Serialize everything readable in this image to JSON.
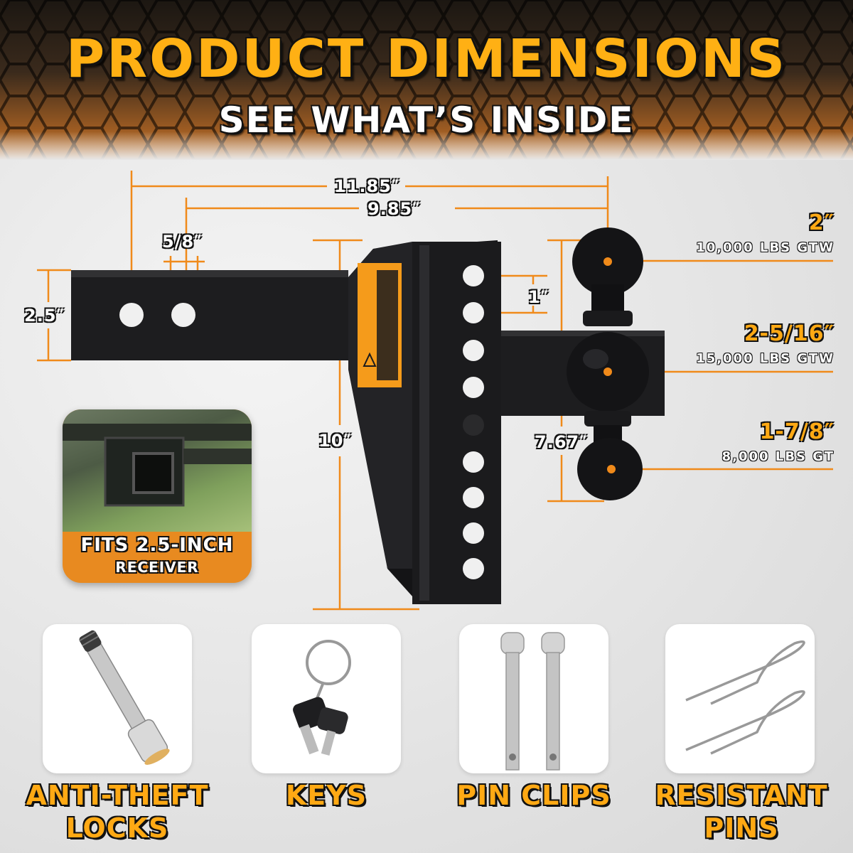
{
  "header": {
    "title": "PRODUCT DIMENSIONS",
    "subtitle": "SEE WHAT’S INSIDE"
  },
  "dimensions": {
    "overall_length": "11.85″",
    "hole_span": "9.85″",
    "hole_spacing": "5/8″",
    "shank_height": "2.5″",
    "rise_drop": "10″",
    "ball_span": "7.67″",
    "hole_pitch": "1″"
  },
  "balls": [
    {
      "size": "2″",
      "rating": "10,000 LBS GTW"
    },
    {
      "size": "2-5/16″",
      "rating": "15,000 LBS GTW"
    },
    {
      "size": "1-7/8″",
      "rating": "8,000 LBS GT"
    }
  ],
  "inset": {
    "line1": "FITS 2.5-INCH",
    "line2": "RECEIVER"
  },
  "accessories": [
    {
      "line1": "ANTI-THEFT",
      "line2": "LOCKS",
      "icon": "lock-pin-icon"
    },
    {
      "line1": "KEYS",
      "line2": "",
      "icon": "keys-icon"
    },
    {
      "line1": "PIN CLIPS",
      "line2": "",
      "icon": "pin-clips-icon"
    },
    {
      "line1": "RESISTANT",
      "line2": "PINS",
      "icon": "hitch-pin-clip-icon"
    }
  ],
  "colors": {
    "accent_orange": "#ffa914",
    "dimension_line": "#f08a1a",
    "steel_black": "#1d1d1f"
  }
}
